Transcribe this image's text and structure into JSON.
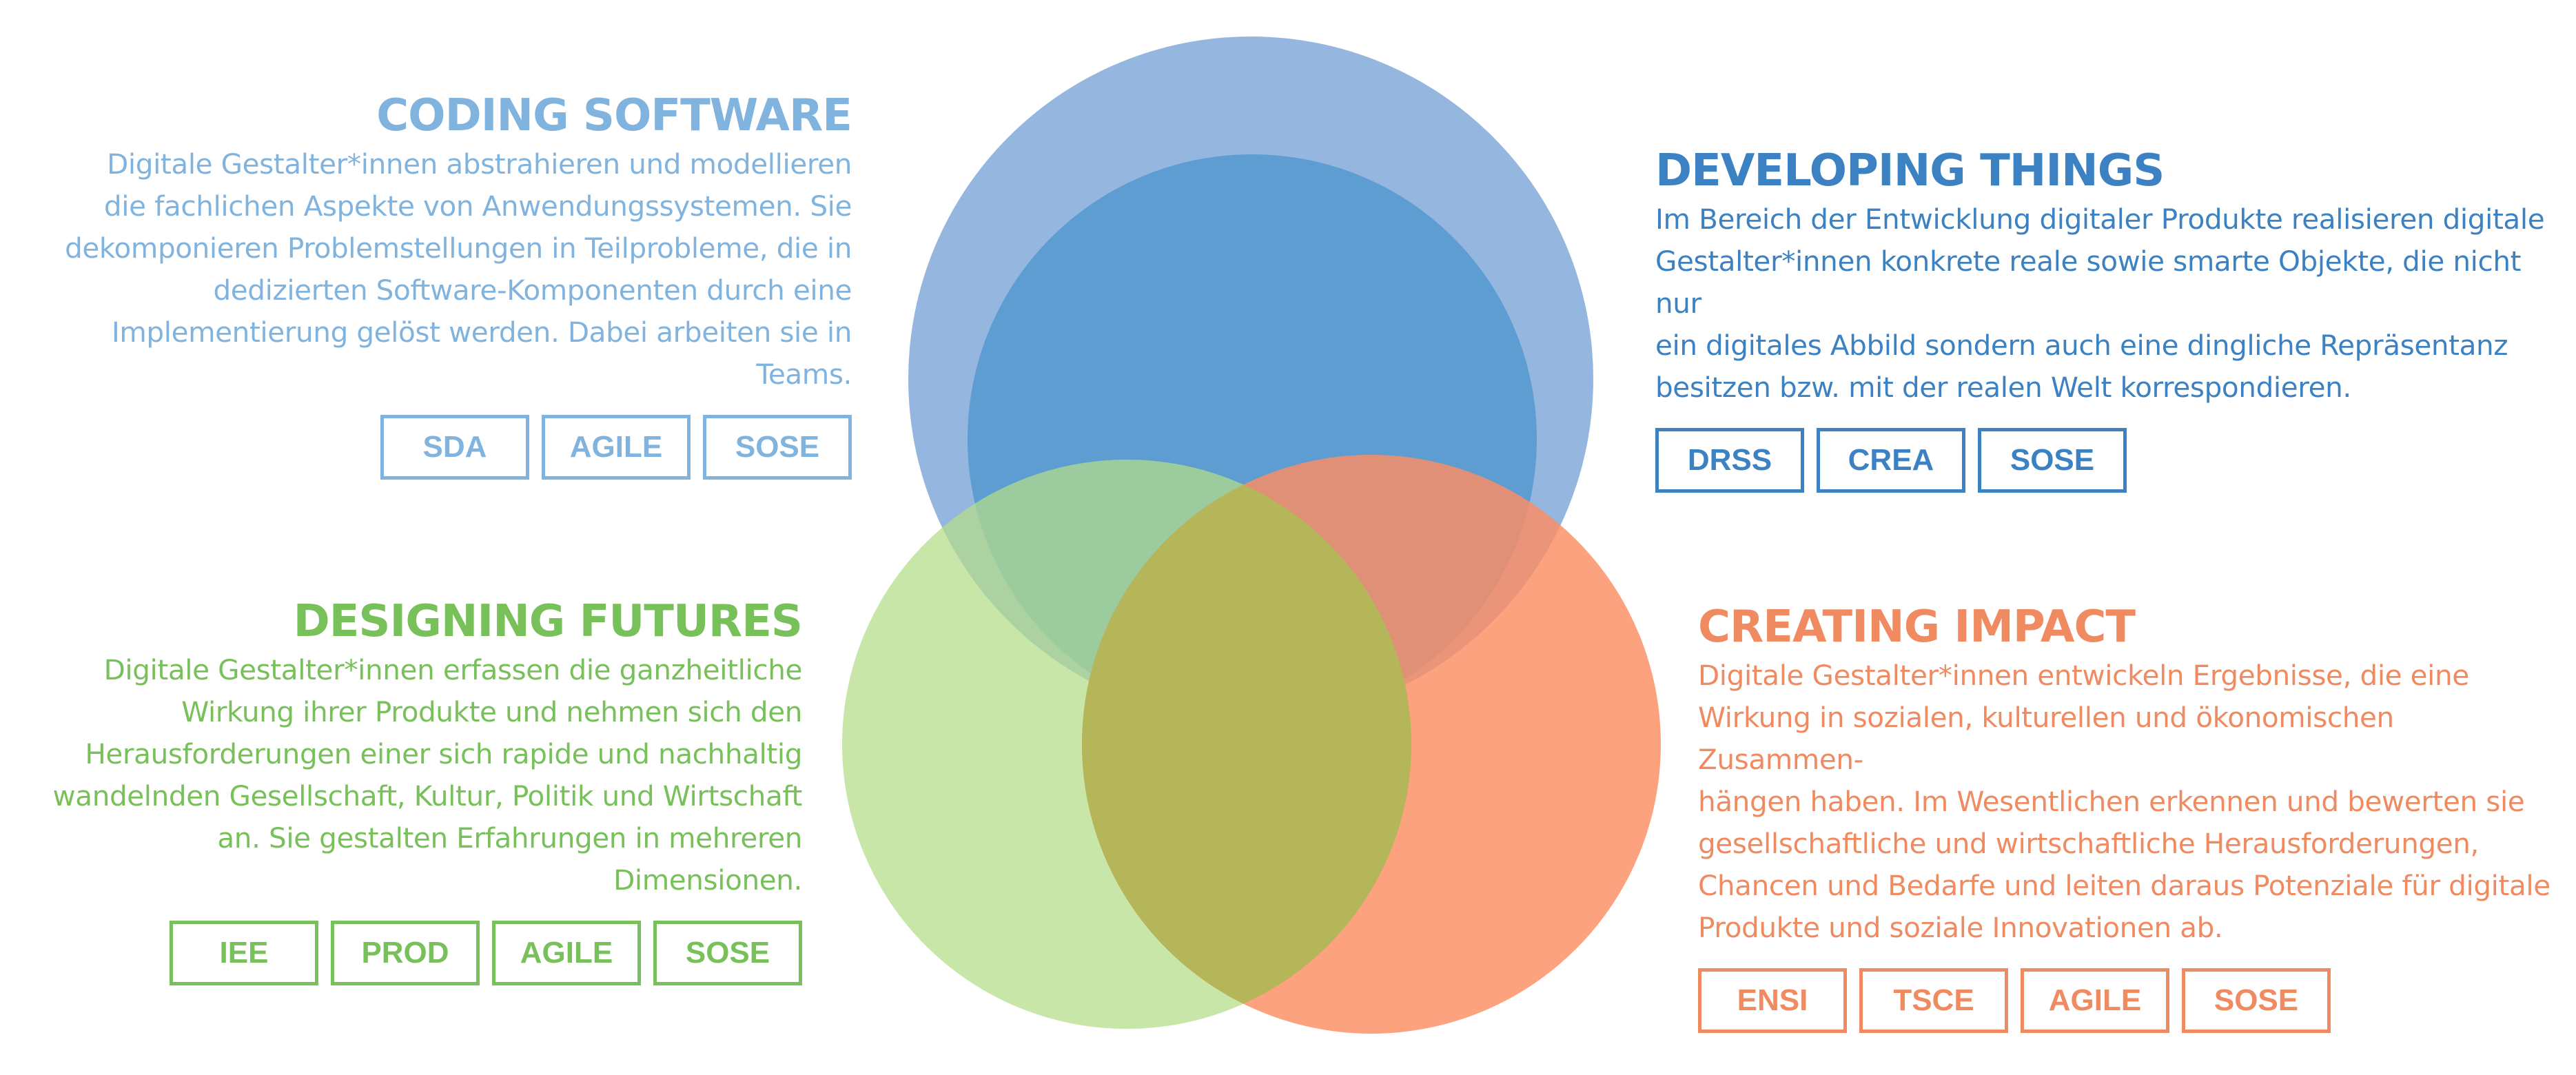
{
  "colors": {
    "blue_outer": "#94b6df",
    "blue_inner": "#5d9dd2",
    "green": "#b4dd88",
    "orange": "#fd8e63",
    "overlap": "#b5b55a"
  },
  "sections": {
    "coding": {
      "title": "CODING SOFTWARE",
      "text": "Digitale Gestalter*innen abstrahieren und modellieren\ndie fachlichen Aspekte von Anwendungssystemen. Sie\ndekomponieren Problemstellungen in Teilprobleme,  die in\ndedizierten Software-Komponenten durch eine\nImplementierung gelöst werden. Dabei arbeiten sie in Teams.",
      "tags": [
        "SDA",
        "AGILE",
        "SOSE"
      ]
    },
    "developing": {
      "title": "DEVELOPING THINGS",
      "text": "Im Bereich der Entwicklung digitaler Produkte realisieren digitale\nGestalter*innen konkrete reale sowie smarte Objekte, die nicht nur\nein digitales Abbild sondern auch eine dingliche Repräsentanz\nbesitzen bzw. mit der realen Welt korrespondieren.",
      "tags": [
        "DRSS",
        "CREA",
        "SOSE"
      ]
    },
    "designing": {
      "title": "DESIGNING FUTURES",
      "text": "Digitale Gestalter*innen erfassen die ganzheitliche\nWirkung ihrer Produkte und nehmen sich den\nHerausforderungen einer sich rapide und nachhaltig\nwandelnden Gesellschaft, Kultur, Politik und Wirtschaft\nan. Sie gestalten Erfahrungen in mehreren Dimensionen.",
      "tags": [
        "IEE",
        "PROD",
        "AGILE",
        "SOSE"
      ]
    },
    "creating": {
      "title": "CREATING IMPACT",
      "text": "Digitale Gestalter*innen entwickeln Ergebnisse, die eine\nWirkung in sozialen, kulturellen und ökonomischen Zusammen-\nhängen haben. Im Wesentlichen erkennen und bewerten sie\ngesellschaftliche und wirtschaftliche Herausforderungen,\nChancen und Bedarfe und leiten daraus Potenziale für digitale\nProdukte und soziale Innovationen ab.",
      "tags": [
        "ENSI",
        "TSCE",
        "AGILE",
        "SOSE"
      ]
    }
  }
}
